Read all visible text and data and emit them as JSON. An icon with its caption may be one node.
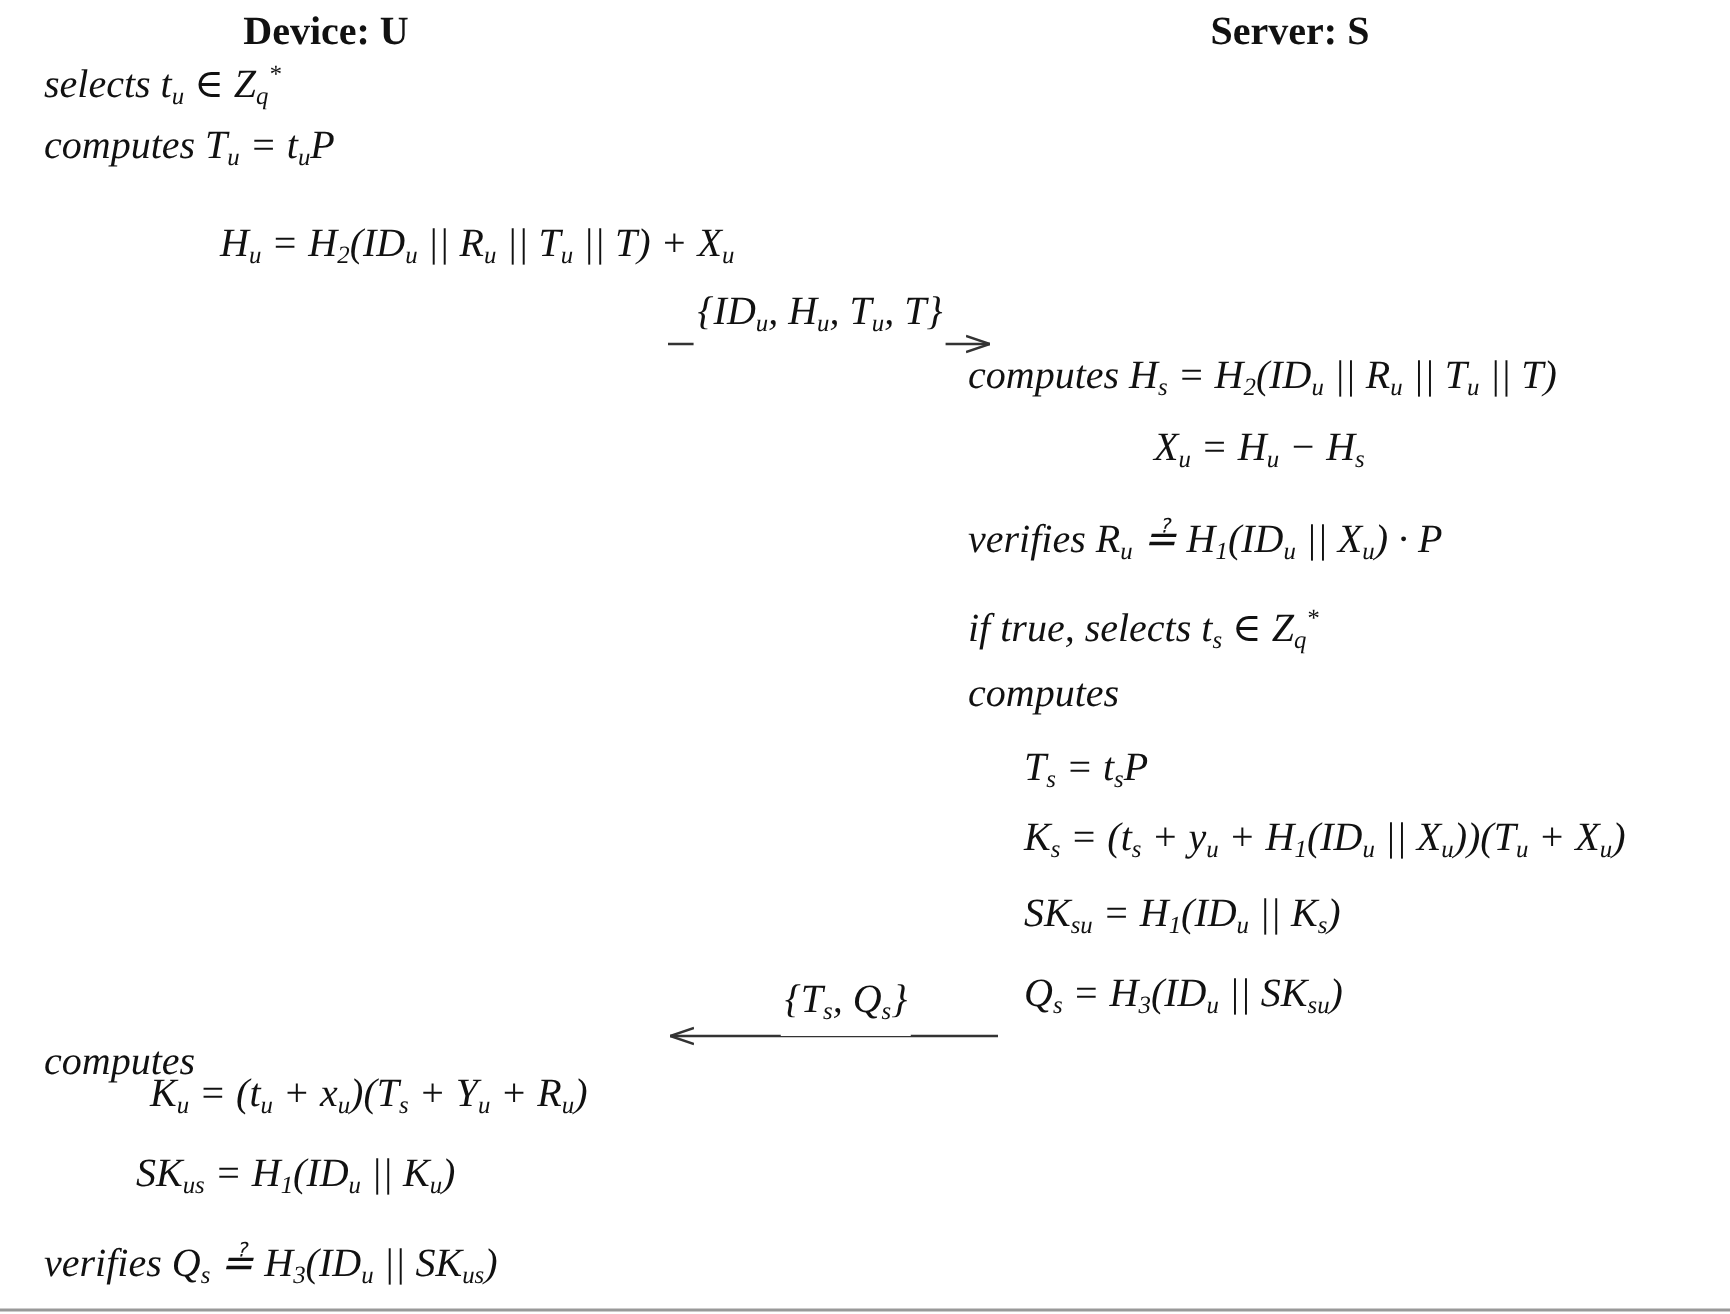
{
  "diagram": {
    "nodes": [
      {
        "text": [
          "selects t$_{u}$ ∈ Z$_{q}$$^{*}$",
          "computes T$_{u}$ = t$_{u}$P",
          "H$_{u}$ = H$_{2}$(ID$_{u}$ || R$_{u}$ || T$_{u}$ || T) + X$_{u}$"
        ]
      },
      {
        "text": [
          "computes H$_{s}$ = H$_{2}$(ID$_{u}$ || R$_{u}$ || T$_{u}$ || T)",
          "X$_{u}$ = H$_{u}$ − H$_{s}$",
          "verifies R$_{u}$ ≟ H$_{1}$(ID$_{u}$ || X$_{u}$) · P",
          "if true, selects t$_{s}$ ∈ Z$_{q}$$^{*}$",
          "computes",
          "T$_{s}$ = t$_{s}$P",
          "K$_{s}$ = (t$_{s}$ + y$_{u}$ + H$_{1}$(ID$_{u}$ || X$_{u}$))(T$_{u}$ + X$_{u}$)",
          "SK$_{su}$ = H$_{1}$(ID$_{u}$ || K$_{s}$)",
          "Q$_{s}$ = H$_{3}$(ID$_{u}$ || SK$_{su}$)"
        ]
      },
      {
        "text": [
          "computes",
          "K$_{u}$ = (t$_{u}$ + x$_{u}$)(T$_{s}$ + Y$_{u}$ + R$_{u}$)",
          "SK$_{us}$ = H$_{1}$(ID$_{u}$ || K$_{u}$)",
          "verifies Q$_{s}$ ≟ H$_{3}$(ID$_{u}$ || SK$_{us}$)"
        ]
      }
    ],
    "edges": [
      {
        "from": 0,
        "to": 1,
        "arrow": "to",
        "label": "{ID$_{u}$, H$_{u}$, T$_{u}$, T}"
      },
      {
        "from": 1,
        "to": 2,
        "arrow": "to",
        "label": "{T$_{s}$, Q$_{s}$}"
      }
    ],
    "labels": [
      "Device: U",
      "Server: S"
    ]
  }
}
